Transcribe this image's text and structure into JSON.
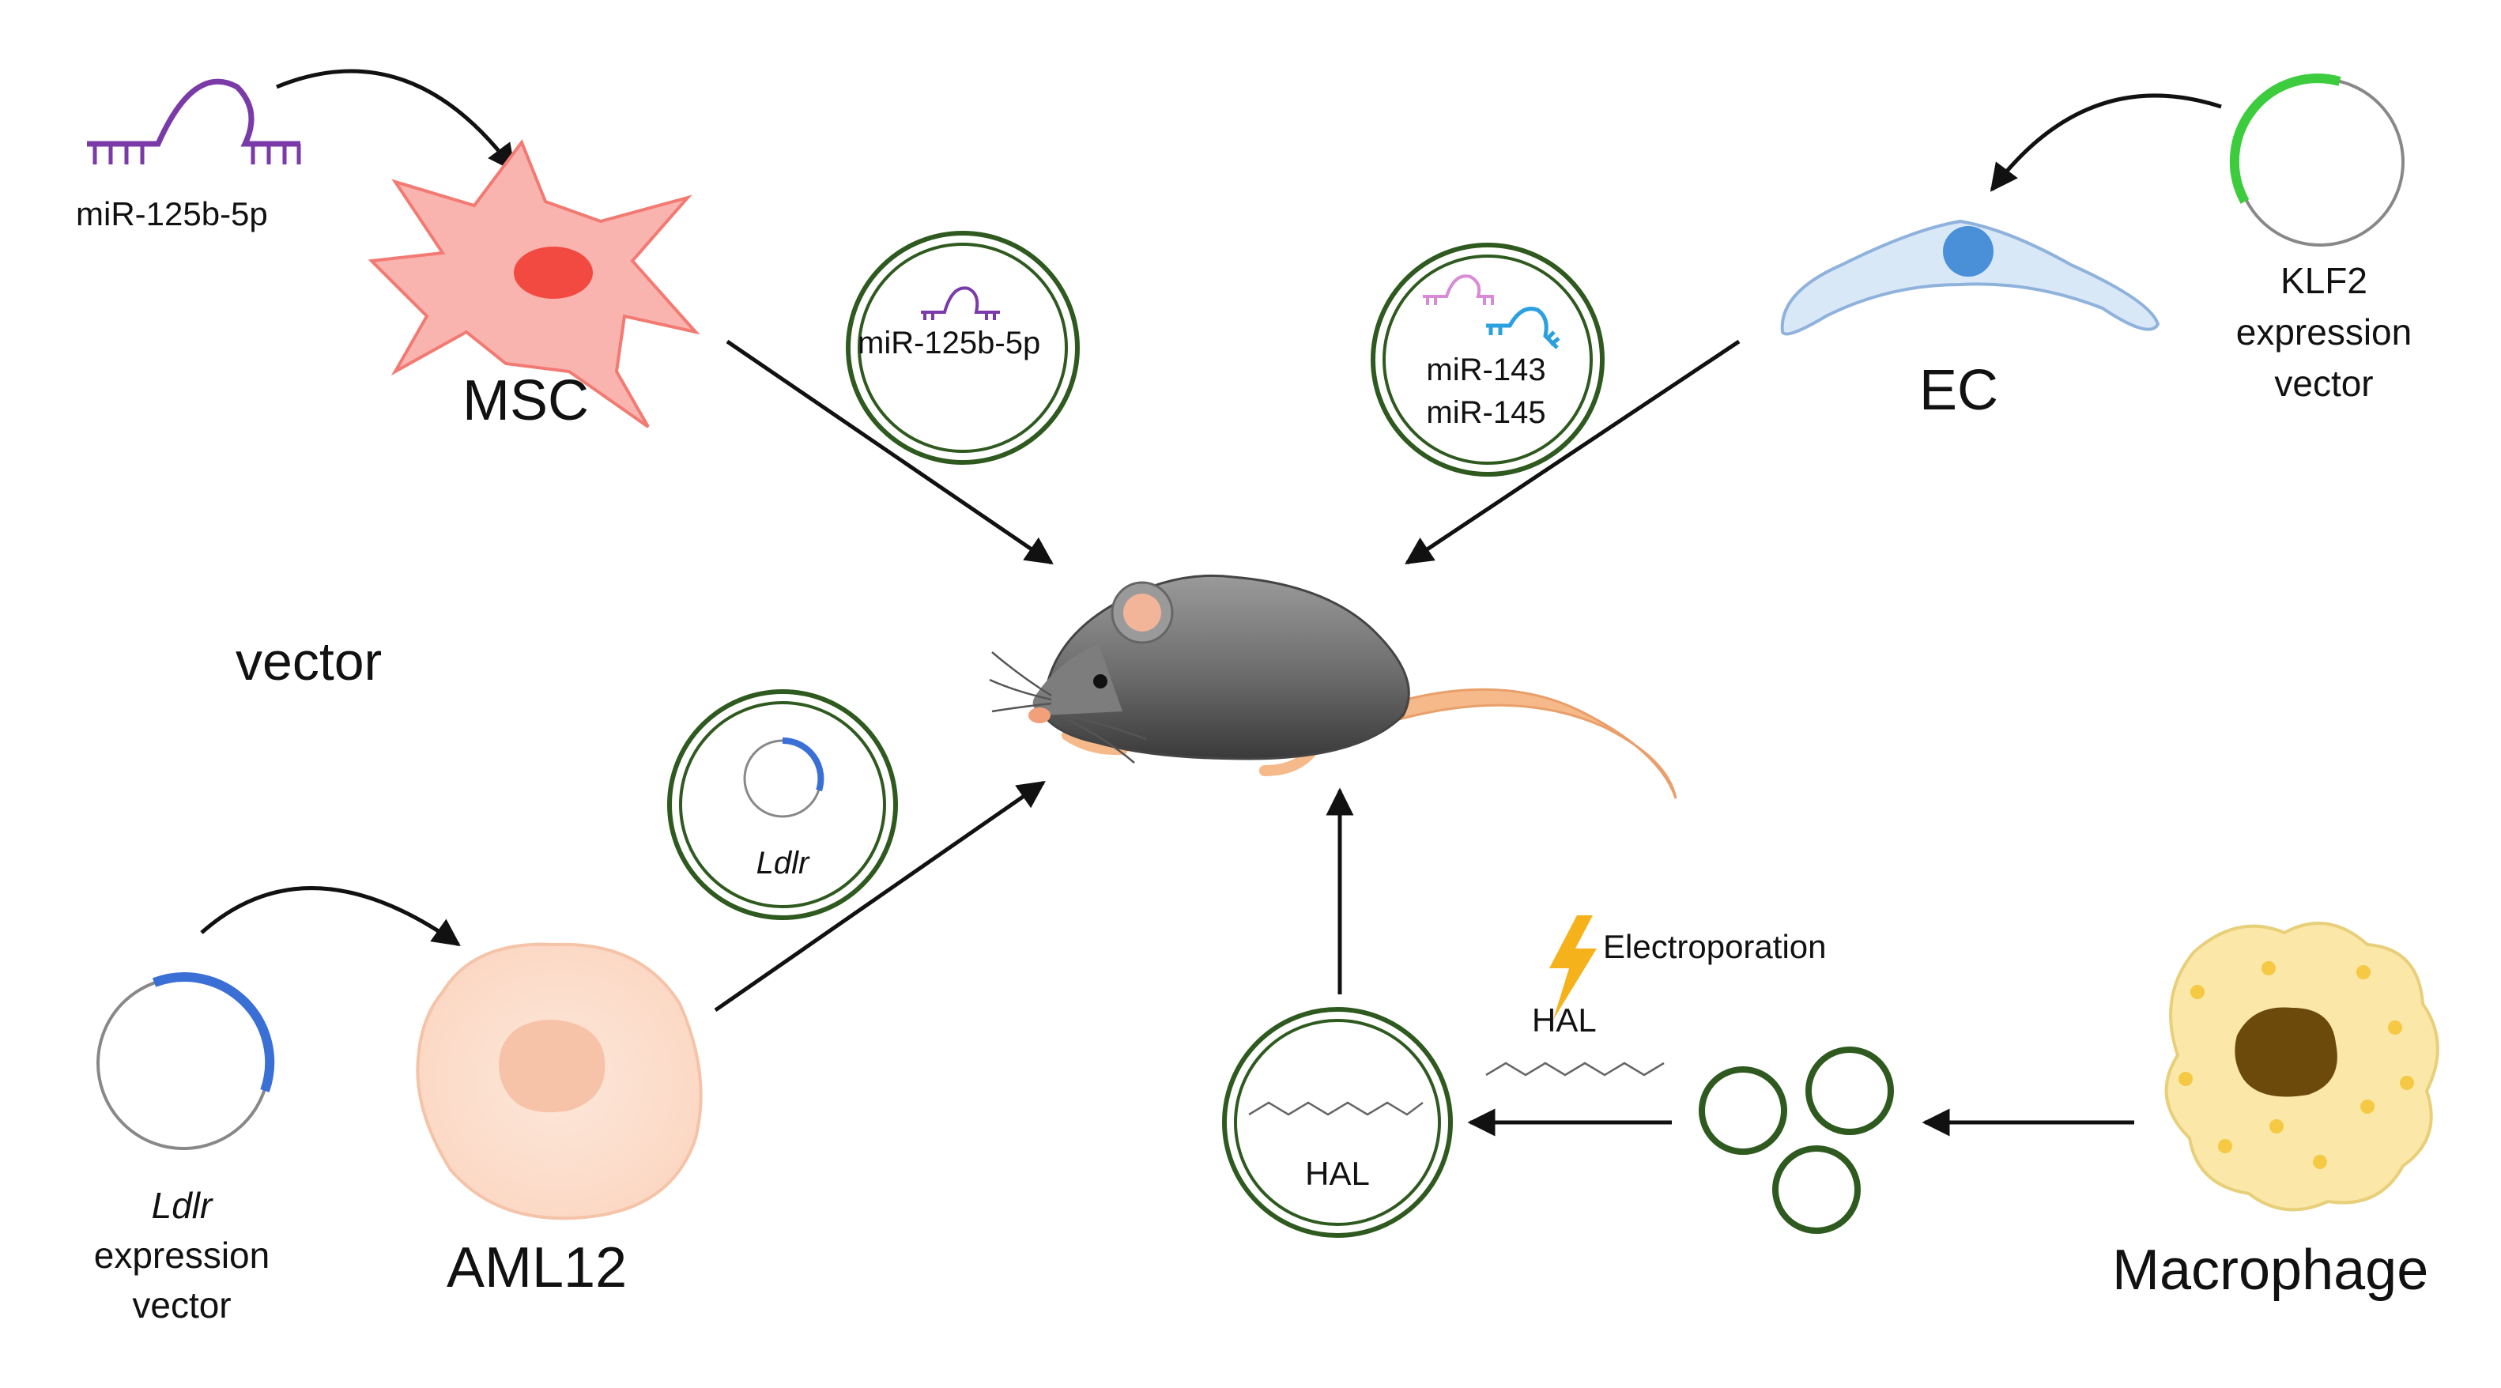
{
  "labels": {
    "msc": "MSC",
    "ec": "EC",
    "aml12": "AML12",
    "macrophage": "Macrophage",
    "vector": "vector",
    "mir125_source": "miR-125b-5p",
    "mir125_vesicle": "miR-125b-5p",
    "mir143": "miR-143",
    "mir145": "miR-145",
    "klf2_line1": "KLF2",
    "klf2_line2": "expression",
    "klf2_line3": "vector",
    "ldlr_vesicle": "Ldlr",
    "ldlr_line1": "Ldlr",
    "ldlr_line2": "expression",
    "ldlr_line3": "vector",
    "electroporation": "Electroporation",
    "hal_top": "HAL",
    "hal_vesicle": "HAL"
  },
  "colors": {
    "msc_cell": "#f9b4b0",
    "msc_nucleus": "#f24a40",
    "ec_cell": "#d9e8f7",
    "ec_nucleus": "#4a90d9",
    "aml12_cell": "#fde3d3",
    "aml12_nucleus": "#f7c3a8",
    "macrophage_cell": "#fbe7a8",
    "macrophage_nucleus": "#6b4a0c",
    "vesicle_green": "#2f5a1f",
    "mirna_purple": "#7a3aa8",
    "mirna_pink": "#d98ad6",
    "mirna_blue": "#2aa0e0",
    "plasmid_green": "#3dcc3d",
    "plasmid_blue": "#3a6fd6",
    "lightning": "#f5b21a",
    "mouse_body": "#6f6f6f",
    "mouse_tail": "#f6b98a"
  }
}
